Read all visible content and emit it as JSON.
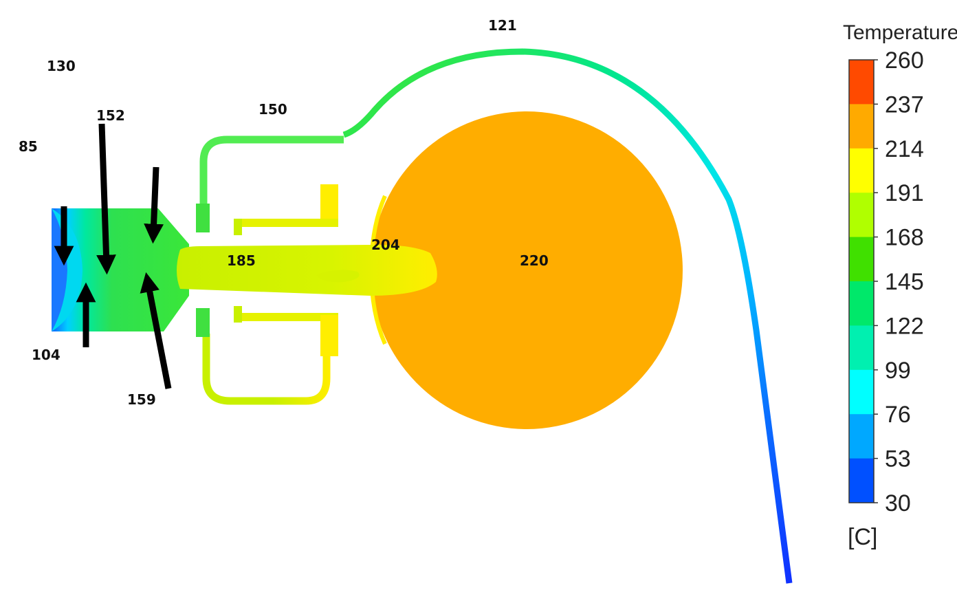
{
  "diagram": {
    "temperature_labels": [
      "121",
      "130",
      "150",
      "152",
      "85",
      "185",
      "204",
      "220",
      "104",
      "159"
    ]
  },
  "legend": {
    "title": "Temperature",
    "unit": "[C]",
    "ticks": [
      "260",
      "237",
      "214",
      "191",
      "168",
      "145",
      "122",
      "99",
      "76",
      "53",
      "30"
    ],
    "band_colors": [
      "#ff4a00",
      "#ffaa00",
      "#ffff00",
      "#b0ff00",
      "#40e000",
      "#00e86a",
      "#00f0b0",
      "#00ffff",
      "#00a8ff",
      "#0050ff"
    ]
  },
  "colors": {
    "chamber_orange": "#ffad00",
    "yellow": "#ffee00",
    "yellow_green": "#c8f000",
    "green": "#3ae63a",
    "green_light": "#52ec52",
    "cyan": "#00e6e6",
    "blue": "#1060ff",
    "arrow": "#000000"
  }
}
